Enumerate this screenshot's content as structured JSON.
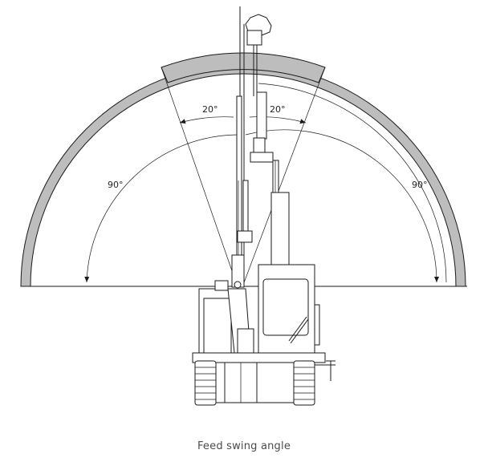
{
  "labels": {
    "left_inner_angle": "20°",
    "right_inner_angle": "20°",
    "left_outer_angle": "90°",
    "right_outer_angle": "90°"
  },
  "caption": "Feed swing angle",
  "colors": {
    "band": "#bdbdbd",
    "line": "#1a1a1a"
  }
}
